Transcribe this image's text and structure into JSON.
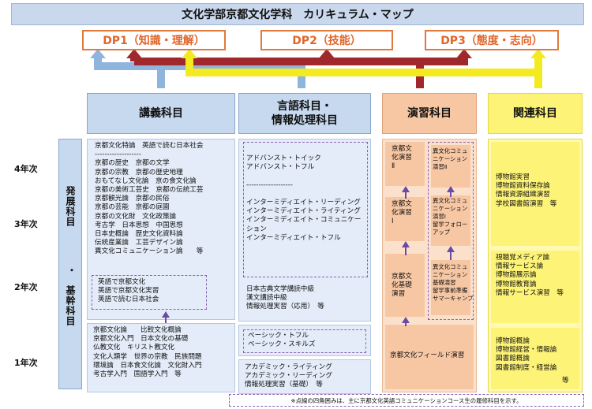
{
  "title": "文化学部京都文化学科　カリキュラム・マップ",
  "dp": [
    "DP1（知識・理解）",
    "DP2（技能）",
    "DP3（態度・志向）"
  ],
  "columns": {
    "lecture": "講義科目",
    "language": "言語科目・\n情報処理科目",
    "seminar": "演習科目",
    "related": "関連科目"
  },
  "years": [
    "4年次",
    "3年次",
    "2年次",
    "1年次"
  ],
  "side_label_top": "発展科目",
  "side_label_dot": "・",
  "side_label_bottom": "基幹科目",
  "lecture": {
    "upper_lines": "京都文化特論　英語で読む日本社会\n-------------------\n京都の歴史　京都の文学\n京都の宗教　京都の歴史地理\nおもてなし文化論　京の食文化論\n京都の美術工芸史　京都の伝統工芸\n京都観光論　京都の民俗\n京都の芸能　京都の庭園\n京都の文化財　文化政策論\n考古学　日本思想　中国思想\n日本史概論　歴史文化資料論\n伝統産業論　工芸デザイン論\n異文化コミュニケーション論　　等",
    "english_box": "英語で京都文化\n英語で京都文化実習\n英語で読む日本社会",
    "basic_lines": "京都文化論　　比較文化概論\n京都文化入門　日本文化の基礎\n仏教文化　キリスト教文化\n文化人類学　世界の宗教　民族問題\n環境論　日本食文化論　文化財入門\n考古学入門　国語学入門　等"
  },
  "language": {
    "advanced_box": "アドバンスト・トイック\nアドバンスト・トフル\n\n-------------------\n\nインターミディエイト・リーディング\nインターミディエイト・ライティング\nインターミディエイト・コミュニケー\nション\nインターミディエイト・トフル",
    "middle_lines": "日本古典文学講読中級\n漢文講読中級\n情報処理実習（応用）　等",
    "basic_box": "ベーシック・トフル\nベーシック・スキルズ",
    "first_lines": "アカデミック・ライティング\nアカデミック・リーディング\n情報処理実習（基礎）　等"
  },
  "seminar": {
    "left4": "京都文\n化演習\nⅡ",
    "left3": "京都文\n化演習\nⅠ",
    "left2": "京都文\n化基礎\n演習",
    "right4": "異文化コミュ\nニケーション\n演習Ⅱ",
    "right3": "異文化コミュ\nニケーション\n演習Ⅰ\n留学フォロー\nアップ",
    "right2": "異文化コミュ\nニケーション\n基礎演習\n留学事前準備\nサマーキャンプ",
    "field": "京都文化フィールド演習"
  },
  "related": {
    "r4": "博物館実習\n博物館資料保存論\n情報資源組織演習\n学校図書館演習　等",
    "r2": "視聴覚メディア論\n情報サービス論\n博物館展示論\n博物館教育論\n情報サービス演習　等",
    "r1": "博物館概論\n博物館経営・情報論\n図書館概論\n図書館制度・経営論",
    "r1_etc": "等"
  },
  "footnote": "※点線の四角囲みは、主に京都文化英語コミュニケーションコース生の履修科目を示す。",
  "colors": {
    "dp_border": "#e07a3c",
    "arrow_blue": "#8fb4de",
    "arrow_red": "#a0282c",
    "arrow_yellow": "#f4ea22",
    "dash": "#8b62b5"
  }
}
